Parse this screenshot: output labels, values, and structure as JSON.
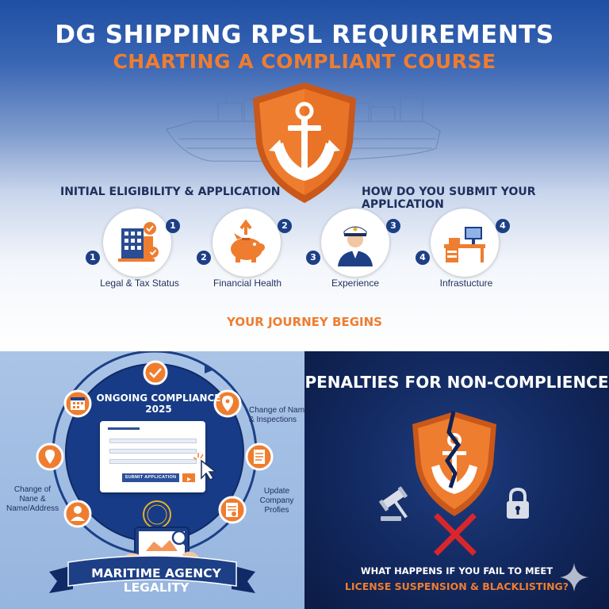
{
  "header": {
    "title": "DG SHIPPING RPSL REQUIREMENTS",
    "subtitle": "CHARTING A COMPLIANT COURSE"
  },
  "eligibility": {
    "heading_left": "INITIAL ELIGIBILITY & APPLICATION",
    "heading_right": "HOW DO YOU SUBMIT YOUR APPLICATION",
    "steps": [
      {
        "number": "1",
        "label": "Legal & Tax Status",
        "icon": "building-check-icon"
      },
      {
        "number": "2",
        "label": "Financial Health",
        "icon": "piggy-bank-icon"
      },
      {
        "number": "3",
        "label": "Experience",
        "icon": "captain-icon"
      },
      {
        "number": "4",
        "label": "Infrastucture",
        "icon": "office-desk-icon"
      }
    ],
    "footer": "YOUR JOURNEY BEGINS"
  },
  "compliance": {
    "cycle_title": "ONGOING COMPLIANCE 2025",
    "submit_label": "SUBMIT APPLICATION",
    "label_top_right": "Change of Name/\n& Inspections",
    "label_left": "Change of\nNane &\nName/Address",
    "label_right": "Update\nCompany\nProfies",
    "banner": "MARITIME AGENCY LEGALITY"
  },
  "penalties": {
    "title": "PENALTIES FOR NON-COMPLIENCE",
    "question": "WHAT HAPPENS IF YOU FAIL TO MEET",
    "consequence": "LICENSE SUSPENSION & BLACKLISTING?"
  },
  "colors": {
    "navy": "#1d3f86",
    "orange": "#ef7d2f",
    "dark_blue": "#12285e",
    "red_x": "#d9262b"
  }
}
